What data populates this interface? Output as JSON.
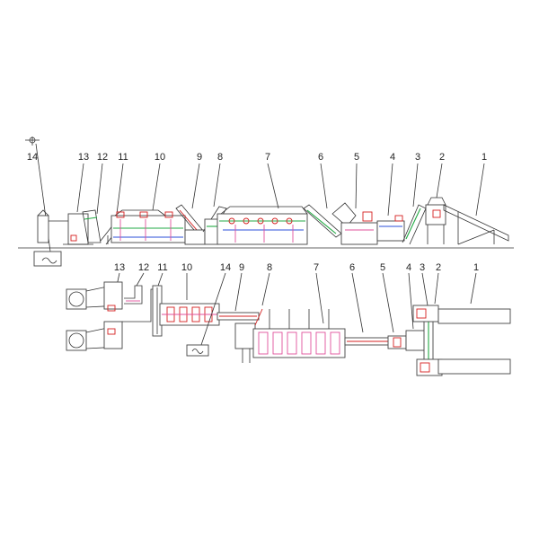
{
  "colors": {
    "line": "#333333",
    "accent_pink": "#e0509b",
    "accent_red": "#d42020",
    "accent_green": "#22aa44",
    "accent_blue": "#2b4fd8"
  },
  "elevation_view": {
    "labels": [
      "14",
      "13",
      "12",
      "11",
      "10",
      "9",
      "8",
      "7",
      "6",
      "5",
      "4",
      "3",
      "2",
      "1"
    ]
  },
  "plan_view": {
    "labels": [
      "13",
      "12",
      "11",
      "10",
      "14",
      "9",
      "8",
      "7",
      "6",
      "5",
      "4",
      "3",
      "2",
      "1"
    ]
  }
}
